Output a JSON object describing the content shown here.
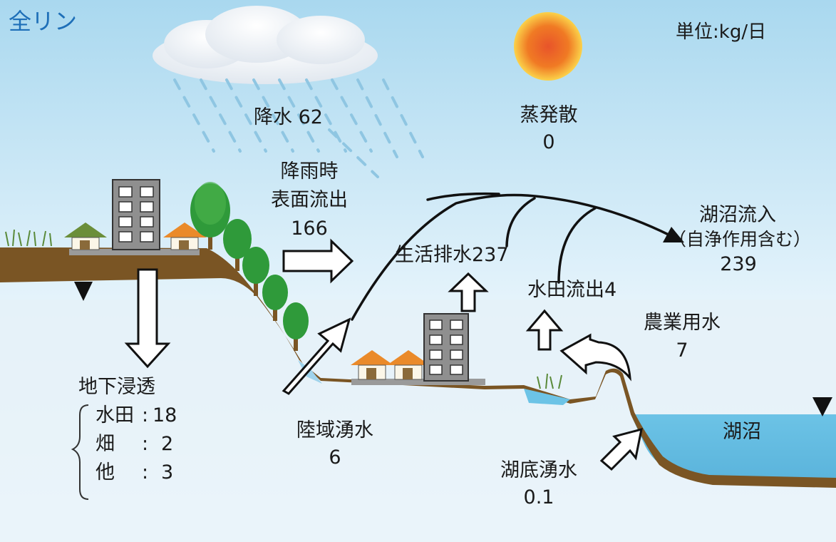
{
  "title": "全リン",
  "unit": "単位:kg/日",
  "labels": {
    "precip": "降水  62",
    "evap_name": "蒸発散",
    "evap_value": "0",
    "runoff_line1": "降雨時",
    "runoff_line2": "表面流出",
    "runoff_value": "166",
    "domestic": "生活排水237",
    "paddy": "水田流出4",
    "agri_name": "農業用水",
    "agri_value": "7",
    "inflow_name": "湖沼流入",
    "inflow_note": "（自浄作用含む）",
    "inflow_value": "239",
    "infil_name": "地下浸透",
    "infil_rows": [
      {
        "name": "水田",
        "value": "18"
      },
      {
        "name": "畑",
        "value": "2"
      },
      {
        "name": "他",
        "value": "3"
      }
    ],
    "land_spring_name": "陸域湧水",
    "land_spring_value": "6",
    "lake_spring_name": "湖底湧水",
    "lake_spring_value": "0.1",
    "lake": "湖沼"
  },
  "colors": {
    "sky_top": "#a9d8ef",
    "sky_bottom": "#f3fafd",
    "soil": "#7a5524",
    "lake": "#6cc3e6",
    "title": "#1e6fb8",
    "sun": "#f08a1e",
    "tree": "#2f9a3a",
    "building": "#8f8f8f"
  }
}
